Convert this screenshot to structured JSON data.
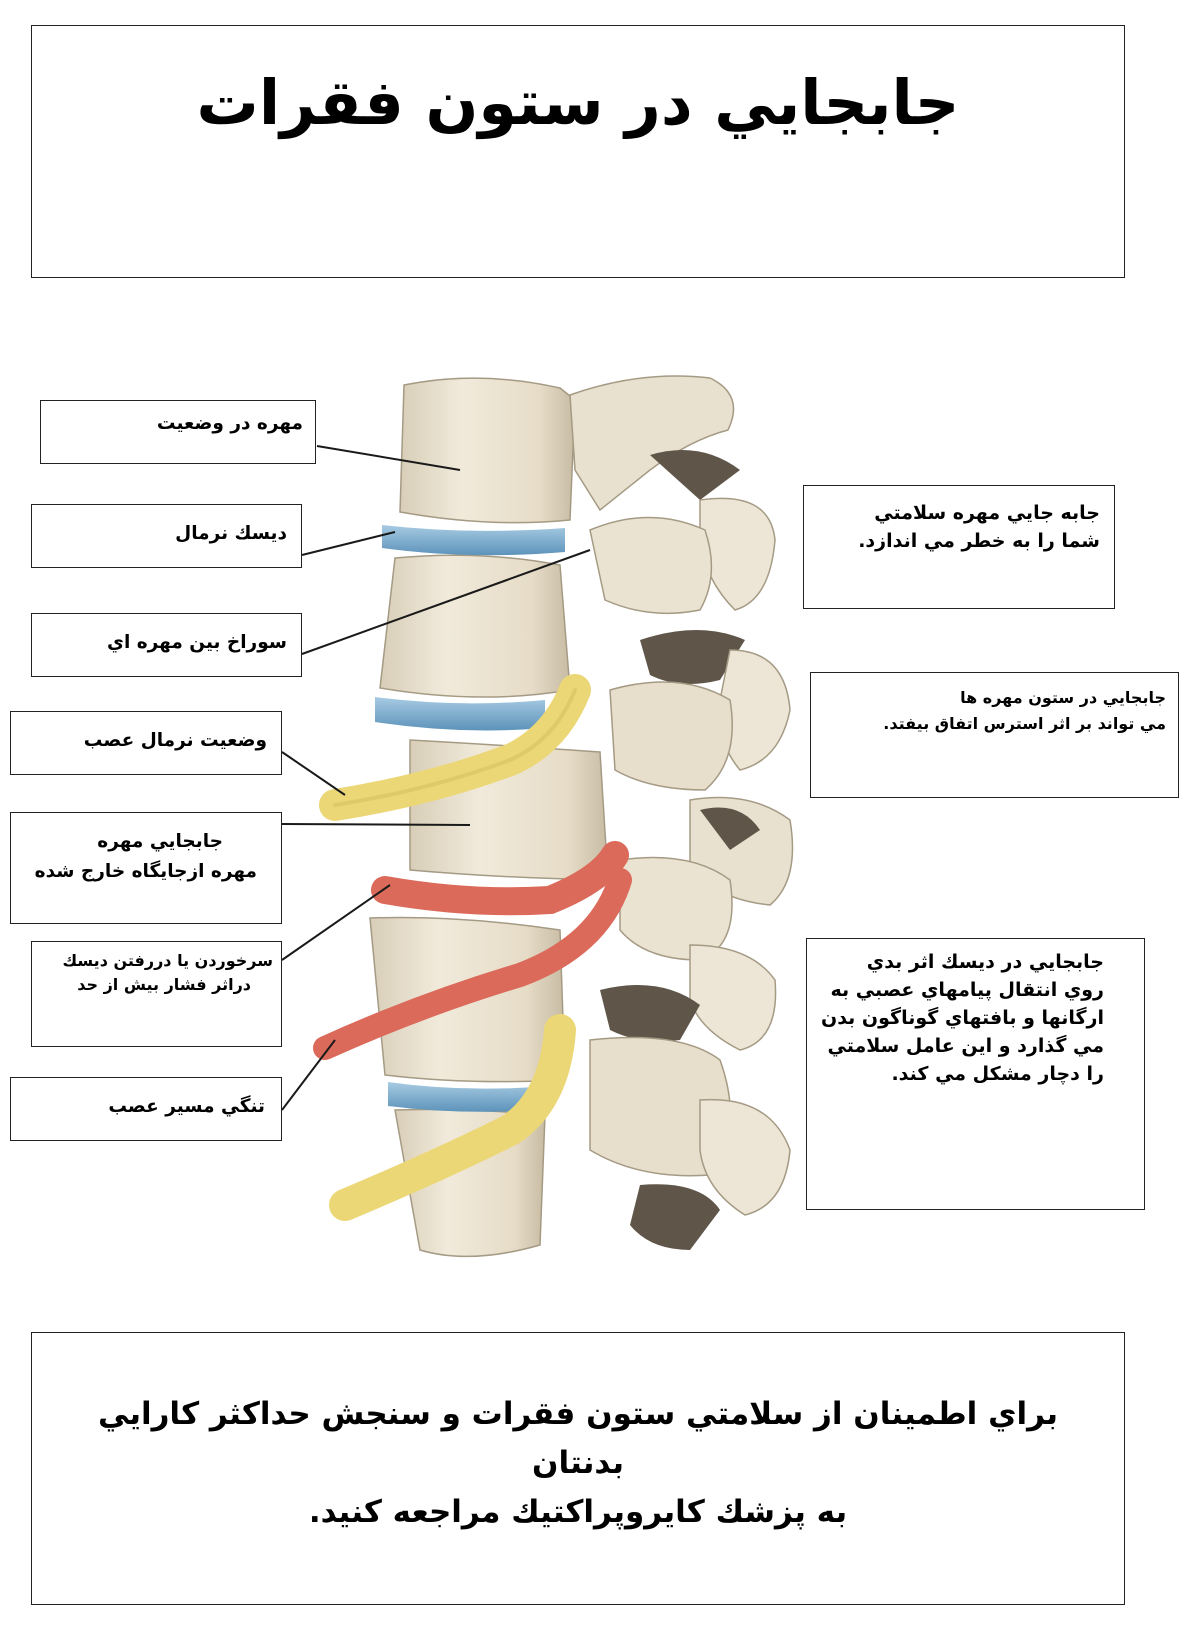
{
  "title": "جابجايي در ستون فقرات",
  "left_labels": {
    "vertebra_position": "مهره در وضعيت",
    "normal_disc": "ديسك نرمال",
    "intervertebral_foramen": "سوراخ بين مهره اي",
    "normal_nerve_position": "وضعيت نرمال عصب",
    "displacement_title": "جابجايي مهره",
    "displacement_desc": "مهره ازجايگاه خارج شده",
    "disc_herniation_line1": "سرخوردن يا دررفتن ديسك",
    "disc_herniation_line2": "دراثر فشار بيش از حد",
    "nerve_narrowing": "تنگي مسير عصب"
  },
  "right_notes": {
    "note1_line1": "جابه جايي مهره سلامتي",
    "note1_line2": "شما را به خطر مي اندازد.",
    "note2_line1": "جابجايي در ستون مهره ها",
    "note2_line2": "مي تواند بر اثر استرس اتفاق بيفتد.",
    "note3_line1": "جابجايي در ديسك اثر بدي",
    "note3_line2": "روي انتقال پيامهاي عصبي به",
    "note3_line3": "ارگانها و بافتهاي گوناگون بدن",
    "note3_line4": "مي گذارد و اين عامل سلامتي",
    "note3_line5": "را دچار مشكل مي كند."
  },
  "footer": {
    "line1": "براي اطمينان از سلامتي ستون فقرات و سنجش حداكثر كارايي بدنتان",
    "line2": "به پزشك كايروپراكتيك مراجعه كنيد."
  },
  "colors": {
    "bone": "#ece4d2",
    "bone_shadow": "#b9ad95",
    "bone_dark": "#6e6357",
    "disc_blue": "#7cb0d2",
    "nerve_yellow": "#ecd777",
    "nerve_red": "#db6a5b"
  }
}
